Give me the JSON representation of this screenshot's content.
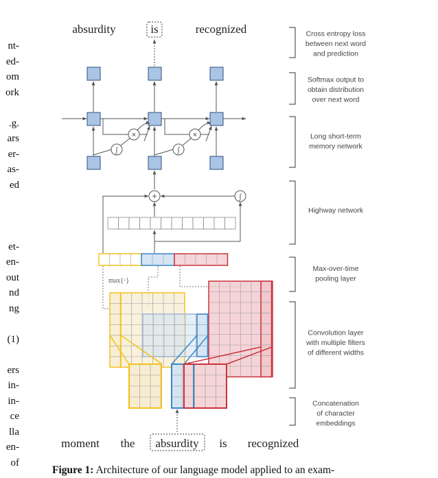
{
  "left_column_fragments": [
    "nt-",
    "ed-",
    "om",
    "ork",
    "",
    ".g.",
    "ars",
    "er-",
    "as-",
    "ed",
    "",
    "",
    "",
    "et-",
    "en-",
    "out",
    "nd",
    "ng",
    "",
    "(1)",
    "",
    "ers",
    "in-",
    "in-",
    "ce",
    "lla",
    "en-",
    "of"
  ],
  "top_words": [
    "absurdity",
    "is",
    "recognized"
  ],
  "bottom_words": [
    "moment",
    "the",
    "absurdity",
    "is",
    "recognized"
  ],
  "pool_operator": "max{·}",
  "layer_labels": [
    [
      "Cross entropy loss",
      "between next word",
      "and prediction"
    ],
    [
      "Softmax output to",
      "obtain distribution",
      "over next word"
    ],
    [
      "Long short-term",
      "memory network"
    ],
    [
      "Highway network"
    ],
    [
      "Max-over-time",
      "pooling layer"
    ],
    [
      "Convolution layer",
      "with multiple filters",
      "of different widths"
    ],
    [
      "Concatenation",
      "of character",
      "embeddings"
    ]
  ],
  "lstm_symbols": {
    "multiply": "×",
    "sigmoid": "∫",
    "add": "+"
  },
  "caption": {
    "label": "Figure 1:",
    "text": " Architecture of our language model applied to an exam-"
  },
  "colors": {
    "yellow": "#f2c21a",
    "blue": "#3a86c8",
    "red": "#c8323c",
    "node_fill": "#a9c4e4",
    "node_stroke": "#2d4f7c"
  }
}
